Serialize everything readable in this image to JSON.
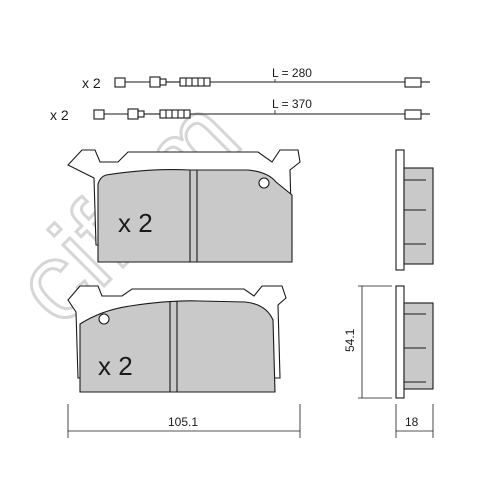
{
  "watermark": {
    "text": "cifam"
  },
  "wear_sensors": [
    {
      "qty": "x 2",
      "length": "L = 280"
    },
    {
      "qty": "x 2",
      "length": "L = 370"
    }
  ],
  "upper_pad": {
    "qty": "x 2"
  },
  "lower_pad": {
    "qty": "x 2"
  },
  "dimensions": {
    "width": "105.1",
    "height": "54.1",
    "thickness": "18"
  },
  "colors": {
    "friction_material": "#c9c9c9",
    "line": "#1a1a1a",
    "watermark": "#d6d6d6"
  }
}
